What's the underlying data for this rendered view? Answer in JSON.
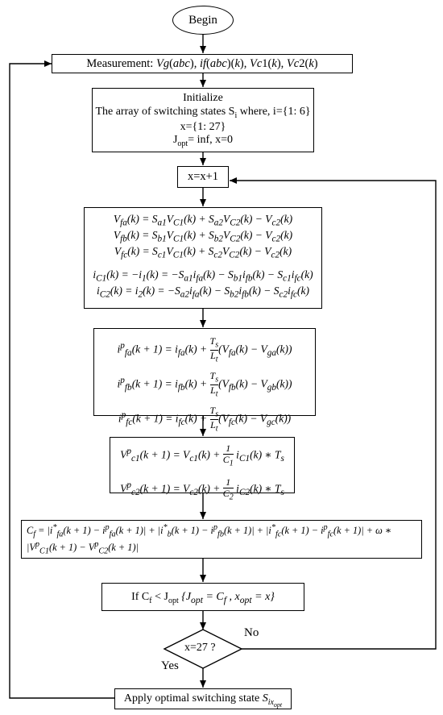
{
  "begin": "Begin",
  "measurement": "Measurement: Vg(abc), if(abc)(k), Vc1(k), Vc2(k)",
  "initialize": {
    "title": "Initialize",
    "line1": "The array of switching states Si where, i={1: 6}",
    "line2": "x={1: 27}",
    "line3": "Jopt= inf, x=0"
  },
  "increment": "x=x+1",
  "voltage_eqs": [
    "Vfa(k) = Sa1VC1(k) + Sa2VC2(k) − Vc2(k)",
    "Vfb(k) = Sb1VC1(k) + Sb2VC2(k) − Vc2(k)",
    "Vfc(k) = Sc1VC1(k) + Sc2VC2(k) − Vc2(k)"
  ],
  "current_eqs": [
    "iC1(k) = −i1(k) = −Sa1ifa(k) − Sb1ifb(k) − Sc1ifc(k)",
    "iC2(k) = i2(k) = −Sa2ifa(k) − Sb2ifb(k) − Sc2ifc(k)"
  ],
  "prediction_eqs": [
    "ipfa(k + 1) = ifa(k) + Ts/Lt (Vfa(k) − Vga(k))",
    "ipfb(k + 1) = ifb(k) + Ts/Lt (Vfb(k) − Vgb(k))",
    "ipfc(k + 1) = ifc(k) + Ts/Lt (Vfc(k) − Vgc(k))"
  ],
  "capacitor_eqs": [
    "Vpc1(k + 1) = Vc1(k) + 1/C1 iC1(k) ∗ Ts",
    "Vpc2(k + 1) = Vc2(k) + 1/C2 iC2(k) ∗ Ts"
  ],
  "cost_line1": "Cf = |i*fa(k + 1) − ipfa(k + 1)| + |i*b(k + 1) − ipfb(k + 1)| + |i*fc(k + 1) − ipfc(k + 1)| + ω ∗",
  "cost_line2": "|VpC1(k + 1) − VpC2(k + 1)|",
  "condition": "If Cf < Jopt {Jopt = Cf , xopt = x}",
  "decision": "x=27 ?",
  "no_label": "No",
  "yes_label": "Yes",
  "apply": "Apply optimal switching state Sixopt"
}
